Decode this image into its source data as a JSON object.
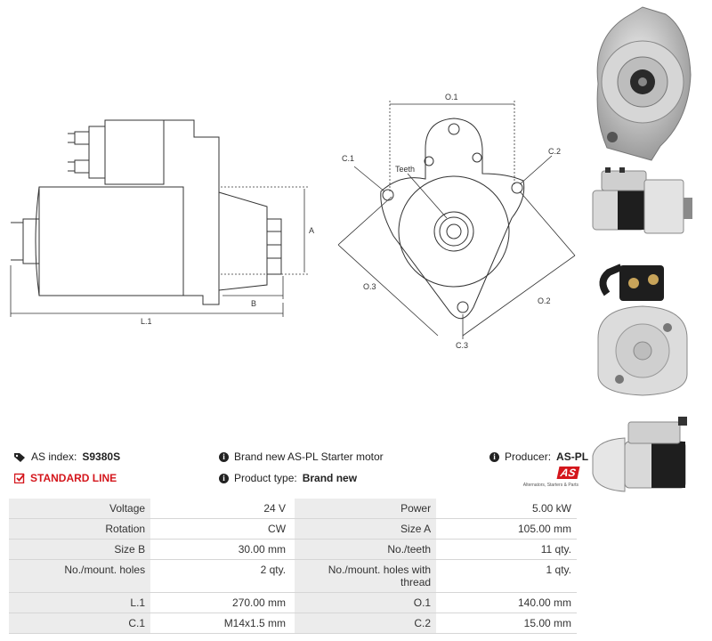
{
  "diagram": {
    "side_labels": {
      "L1": "L.1",
      "A": "A",
      "B": "B"
    },
    "front_labels": {
      "O1": "O.1",
      "O2": "O.2",
      "O3": "O.3",
      "C1": "C.1",
      "C2": "C.2",
      "C3": "C.3",
      "teeth": "Teeth"
    }
  },
  "info": {
    "index_label": "AS index:",
    "index_value": "S9380S",
    "line_label": "STANDARD LINE",
    "description": "Brand new AS-PL Starter motor",
    "type_label": "Product type:",
    "type_value": "Brand new",
    "producer_label": "Producer:",
    "producer_value": "AS-PL",
    "logo_text": "AS",
    "logo_caption": "Alternators, Starters & Parts"
  },
  "specs": [
    {
      "l1": "Voltage",
      "v1": "24 V",
      "l2": "Power",
      "v2": "5.00 kW"
    },
    {
      "l1": "Rotation",
      "v1": "CW",
      "l2": "Size A",
      "v2": "105.00 mm"
    },
    {
      "l1": "Size B",
      "v1": "30.00 mm",
      "l2": "No./teeth",
      "v2": "11 qty."
    },
    {
      "l1": "No./mount. holes",
      "v1": "2 qty.",
      "l2": "No./mount. holes with thread",
      "v2": "1 qty."
    },
    {
      "l1": "L.1",
      "v1": "270.00 mm",
      "l2": "O.1",
      "v2": "140.00 mm"
    },
    {
      "l1": "C.1",
      "v1": "M14x1.5 mm",
      "l2": "C.2",
      "v2": "15.00 mm"
    }
  ]
}
